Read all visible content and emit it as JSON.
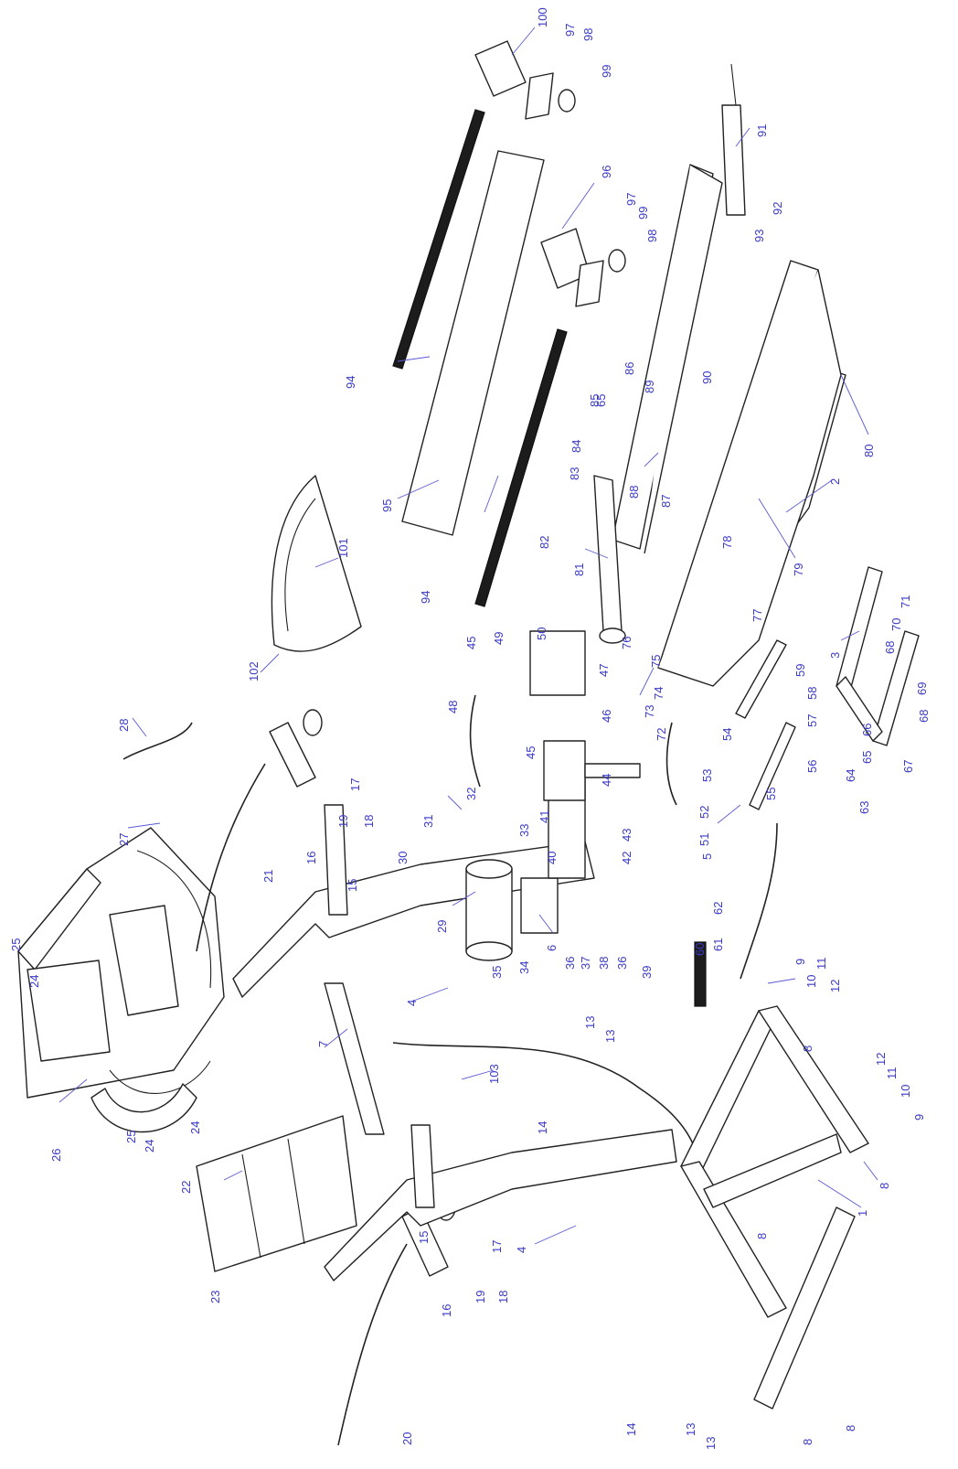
{
  "callouts": [
    "1",
    "2",
    "3",
    "4",
    "4",
    "5",
    "6",
    "7",
    "8",
    "8",
    "8",
    "8",
    "8",
    "9",
    "9",
    "10",
    "10",
    "11",
    "11",
    "12",
    "12",
    "13",
    "13",
    "13",
    "13",
    "14",
    "14",
    "15",
    "15",
    "16",
    "16",
    "17",
    "17",
    "18",
    "18",
    "19",
    "19",
    "20",
    "21",
    "22",
    "23",
    "24",
    "24",
    "24",
    "25",
    "25",
    "26",
    "27",
    "28",
    "29",
    "30",
    "31",
    "32",
    "33",
    "34",
    "35",
    "36",
    "36",
    "37",
    "38",
    "39",
    "40",
    "41",
    "42",
    "43",
    "44",
    "45",
    "45",
    "46",
    "47",
    "48",
    "49",
    "50",
    "51",
    "52",
    "53",
    "54",
    "55",
    "56",
    "57",
    "58",
    "59",
    "60",
    "61",
    "62",
    "63",
    "64",
    "65",
    "65",
    "66",
    "67",
    "68",
    "68",
    "69",
    "70",
    "71",
    "72",
    "73",
    "74",
    "75",
    "76",
    "77",
    "78",
    "79",
    "80",
    "81",
    "82",
    "83",
    "84",
    "85",
    "86",
    "87",
    "88",
    "89",
    "90",
    "91",
    "92",
    "93",
    "94",
    "94",
    "95",
    "96",
    "97",
    "97",
    "98",
    "98",
    "99",
    "99",
    "100",
    "101",
    "102",
    "103"
  ]
}
